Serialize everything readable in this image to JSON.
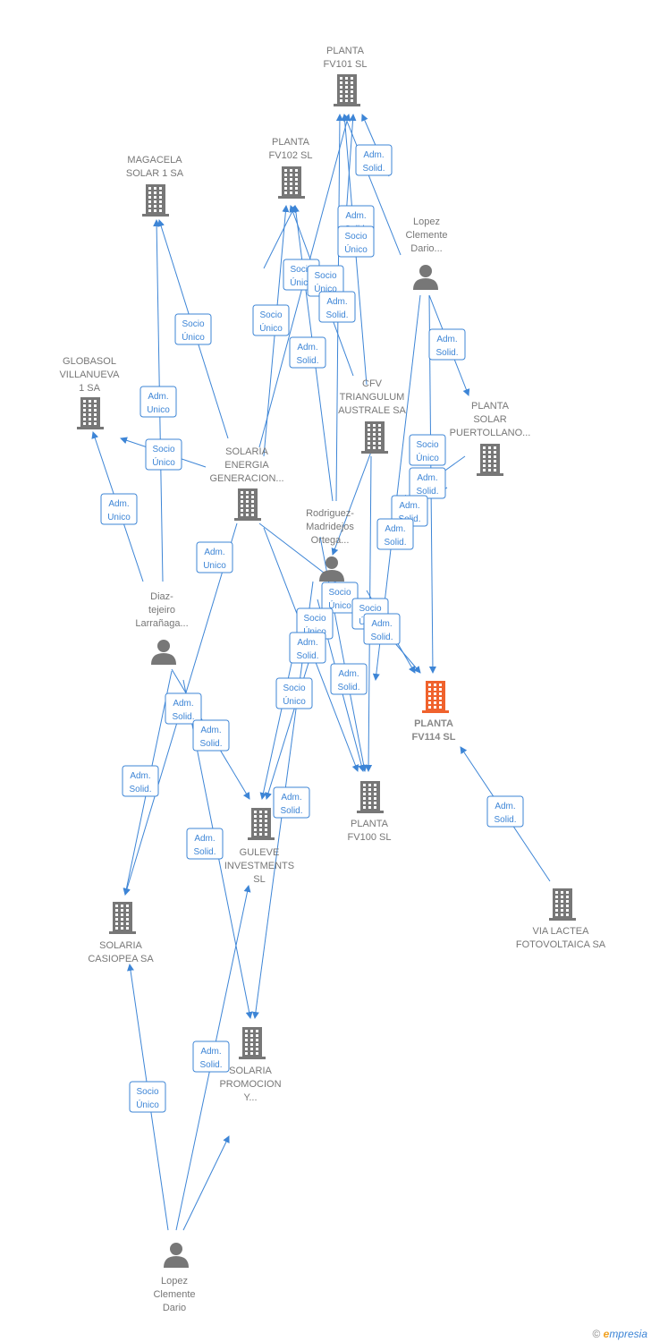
{
  "colors": {
    "edge": "#3d85d6",
    "building": "#777777",
    "focus_building": "#f0622d",
    "person": "#777777"
  },
  "nodes": [
    {
      "id": "fv101",
      "type": "company",
      "lines": [
        "PLANTA",
        "FV101  SL"
      ]
    },
    {
      "id": "fv102",
      "type": "company",
      "lines": [
        "PLANTA",
        "FV102  SL"
      ]
    },
    {
      "id": "magacela",
      "type": "company",
      "lines": [
        "MAGACELA",
        "SOLAR 1 SA"
      ]
    },
    {
      "id": "lopez1",
      "type": "person",
      "lines": [
        "Lopez",
        "Clemente",
        "Dario..."
      ]
    },
    {
      "id": "globasol",
      "type": "company",
      "lines": [
        "GLOBASOL",
        "VILLANUEVA",
        "1 SA"
      ]
    },
    {
      "id": "cfv",
      "type": "company",
      "lines": [
        "CFV",
        "TRIANGULUM",
        "AUSTRALE SA"
      ]
    },
    {
      "id": "puertollano",
      "type": "company",
      "lines": [
        "PLANTA",
        "SOLAR",
        "PUERTOLLANO..."
      ]
    },
    {
      "id": "solaria_energia",
      "type": "company",
      "lines": [
        "SOLARIA",
        "ENERGIA",
        "GENERACION..."
      ]
    },
    {
      "id": "rodriguez",
      "type": "person",
      "lines": [
        "Rodriguez-",
        "Madridejos",
        "Ortega..."
      ]
    },
    {
      "id": "diaz",
      "type": "person",
      "lines": [
        "Diaz-",
        "tejeiro",
        "Larrañaga..."
      ]
    },
    {
      "id": "fv114",
      "type": "focus",
      "lines": [
        "PLANTA",
        "FV114  SL"
      ]
    },
    {
      "id": "fv100",
      "type": "company",
      "lines": [
        "PLANTA",
        "FV100  SL"
      ]
    },
    {
      "id": "guleve",
      "type": "company",
      "lines": [
        "GULEVE",
        "INVESTMENTS",
        "SL"
      ]
    },
    {
      "id": "vialactea",
      "type": "company",
      "lines": [
        "VIA LACTEA",
        "FOTOVOLTAICA SA"
      ]
    },
    {
      "id": "casiopea",
      "type": "company",
      "lines": [
        "SOLARIA",
        "CASIOPEA SA"
      ]
    },
    {
      "id": "promocion",
      "type": "company",
      "lines": [
        "SOLARIA",
        "PROMOCION",
        "Y..."
      ]
    },
    {
      "id": "lopez2",
      "type": "person",
      "lines": [
        "Lopez",
        "Clemente",
        "Dario"
      ]
    }
  ],
  "relationships": [
    {
      "lines": [
        "Adm.",
        "Solid."
      ]
    },
    {
      "lines": [
        "Adm.",
        "Solid."
      ]
    },
    {
      "lines": [
        "Socio",
        "Único"
      ]
    },
    {
      "lines": [
        "Socio",
        "Único"
      ]
    },
    {
      "lines": [
        "Socio",
        "Único"
      ]
    },
    {
      "lines": [
        "Adm.",
        "Solid."
      ]
    },
    {
      "lines": [
        "Socio",
        "Único"
      ]
    },
    {
      "lines": [
        "Adm.",
        "Solid."
      ]
    },
    {
      "lines": [
        "Socio",
        "Único"
      ]
    },
    {
      "lines": [
        "Adm.",
        "Unico"
      ]
    },
    {
      "lines": [
        "Socio",
        "Único"
      ]
    },
    {
      "lines": [
        "Adm.",
        "Unico"
      ]
    },
    {
      "lines": [
        "Adm.",
        "Solid."
      ]
    },
    {
      "lines": [
        "Socio",
        "Único"
      ]
    },
    {
      "lines": [
        "Adm.",
        "Solid."
      ]
    },
    {
      "lines": [
        "Adm.",
        "Solid."
      ]
    },
    {
      "lines": [
        "Adm.",
        "Solid."
      ]
    },
    {
      "lines": [
        "Adm.",
        "Unico"
      ]
    },
    {
      "lines": [
        "Socio",
        "Único"
      ]
    },
    {
      "lines": [
        "Socio",
        "Único"
      ]
    },
    {
      "lines": [
        "Adm.",
        "Solid."
      ]
    },
    {
      "lines": [
        "Socio",
        "Único"
      ]
    },
    {
      "lines": [
        "Adm.",
        "Solid."
      ]
    },
    {
      "lines": [
        "Adm.",
        "Solid."
      ]
    },
    {
      "lines": [
        "Socio",
        "Único"
      ]
    },
    {
      "lines": [
        "Adm.",
        "Solid."
      ]
    },
    {
      "lines": [
        "Adm.",
        "Solid."
      ]
    },
    {
      "lines": [
        "Adm.",
        "Solid."
      ]
    },
    {
      "lines": [
        "Adm.",
        "Solid."
      ]
    },
    {
      "lines": [
        "Adm.",
        "Solid."
      ]
    },
    {
      "lines": [
        "Adm.",
        "Solid."
      ]
    },
    {
      "lines": [
        "Socio",
        "Único"
      ]
    },
    {
      "lines": [
        "Adm.",
        "Solid."
      ]
    }
  ],
  "footer": {
    "copyright": "©",
    "brand_initial": "e",
    "brand_rest": "mpresia"
  }
}
